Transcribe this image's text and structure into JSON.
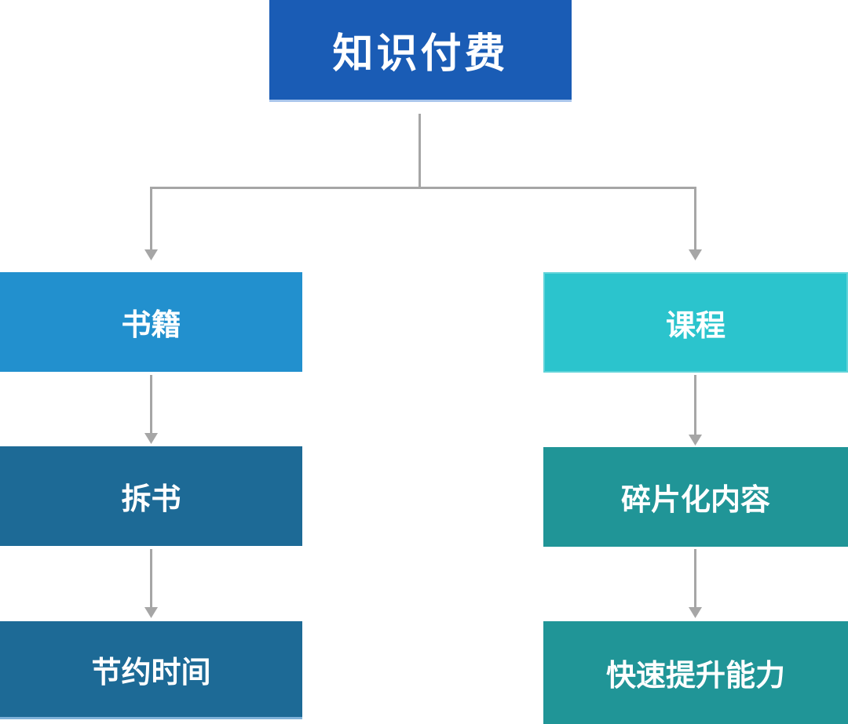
{
  "diagram": {
    "root": {
      "label": "知识付费",
      "color": "#1a5cb5"
    },
    "left_branch": [
      {
        "label": "书籍",
        "color": "#2290ce"
      },
      {
        "label": "拆书",
        "color": "#1d6a96"
      },
      {
        "label": "节约时间",
        "color": "#1d6a96"
      }
    ],
    "right_branch": [
      {
        "label": "课程",
        "color": "#2bc4cd"
      },
      {
        "label": "碎片化内容",
        "color": "#209597"
      },
      {
        "label": "快速提升能力",
        "color": "#209597"
      }
    ],
    "connector_color": "#a6a6a6",
    "text_color": "#ffffff",
    "background_color": "#ffffff"
  }
}
